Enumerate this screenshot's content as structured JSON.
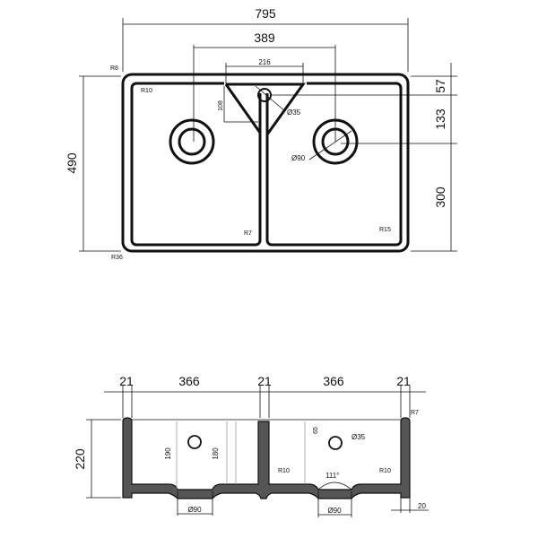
{
  "top_view": {
    "overall_width": "795",
    "drain_spacing": "389",
    "divider_width": "216",
    "overall_depth": "490",
    "tap_offset": "57",
    "drain_offset": "133",
    "front_to_drain": "300",
    "divider_depth": "108",
    "tap_hole_dia": "Ø35",
    "drain_dia": "Ø90",
    "radius_outer_top": "R8",
    "radius_inner_top": "R10",
    "radius_divider": "R7",
    "radius_right_bottom": "R15",
    "radius_outer_bottom": "R36"
  },
  "front_view": {
    "wall_left": "21",
    "basin_left": "366",
    "wall_center": "21",
    "basin_right": "366",
    "wall_right": "21",
    "height": "220",
    "depth_left": "190",
    "depth_inner": "180",
    "tap_height": "65",
    "tap_hole_dia": "Ø35",
    "radius_top": "R7",
    "radius_center": "R10",
    "radius_right": "R10",
    "angle": "111°",
    "drain_left": "Ø90",
    "drain_right": "Ø90",
    "bottom_thickness": "20"
  }
}
